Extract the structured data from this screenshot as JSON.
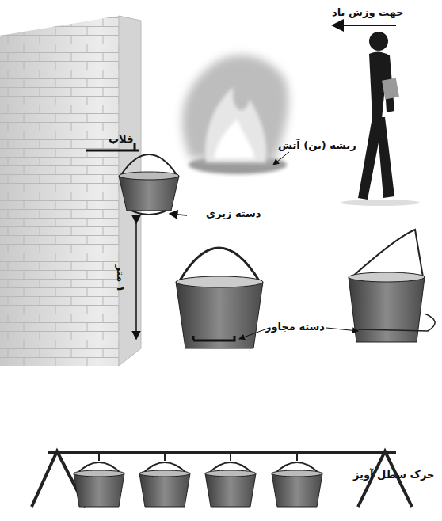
{
  "diagram": {
    "labels": [
      "جهت وزش باد",
      "ریشه (بن) آتش",
      "قلاب",
      "دسته زیری",
      "۱ متر",
      "دسته مجاور",
      "خرک سطل آویز"
    ]
  }
}
